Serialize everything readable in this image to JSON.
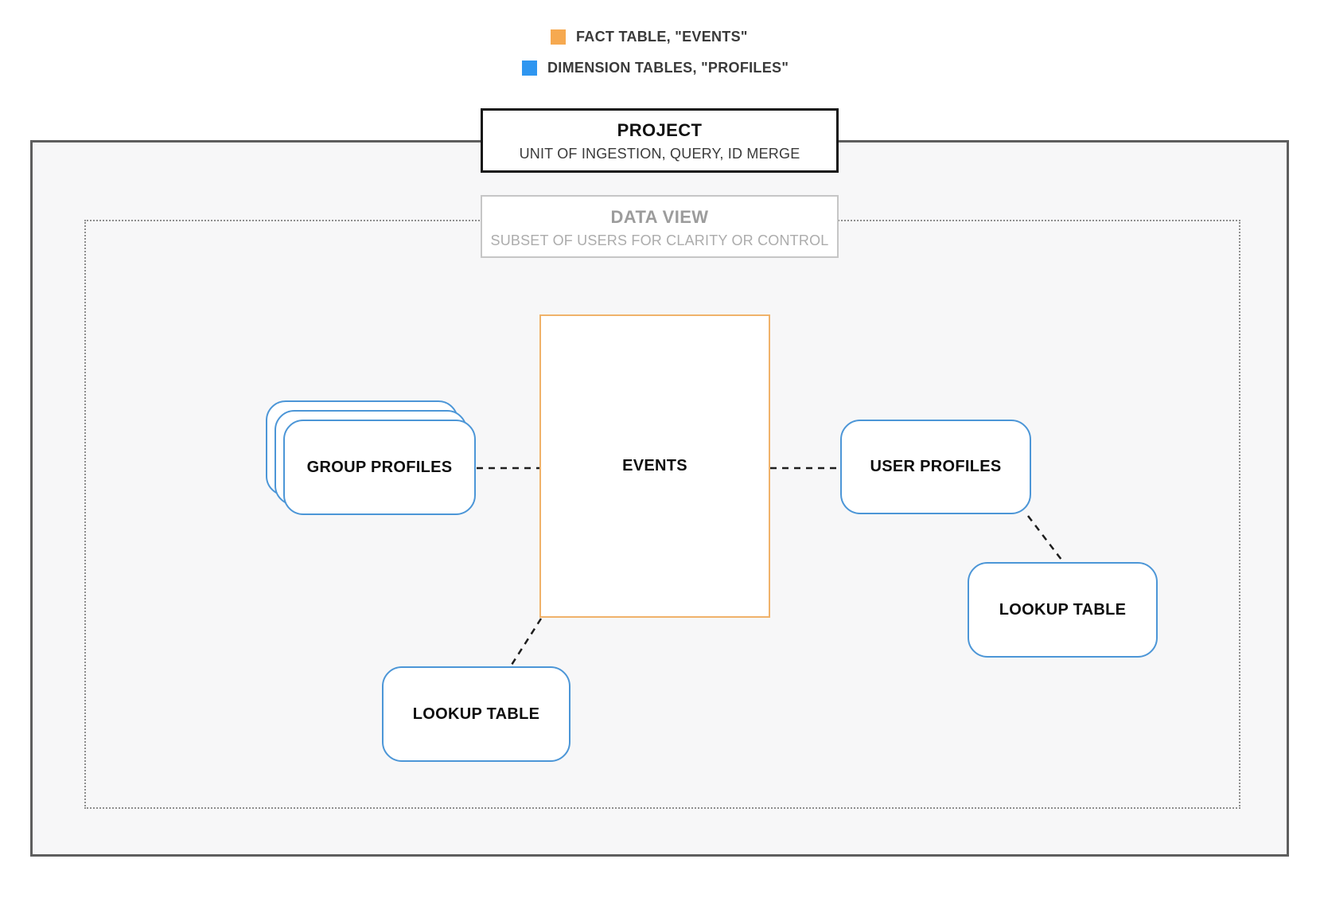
{
  "legend": {
    "items": [
      {
        "id": "fact-table",
        "label": "FACT TABLE, \"EVENTS\"",
        "color": "#f6a950"
      },
      {
        "id": "dimension-tables",
        "label": "DIMENSION TABLES, \"PROFILES\"",
        "color": "#2f96f0"
      }
    ]
  },
  "project": {
    "title": "PROJECT",
    "subtitle": "UNIT OF INGESTION, QUERY, ID MERGE"
  },
  "data_view": {
    "title": "DATA VIEW",
    "subtitle": "SUBSET OF USERS FOR CLARITY OR CONTROL"
  },
  "nodes": {
    "events": {
      "label": "EVENTS",
      "type": "fact-table"
    },
    "group_profiles": {
      "label": "GROUP PROFILES",
      "type": "dimension-table",
      "stacked": true
    },
    "user_profiles": {
      "label": "USER PROFILES",
      "type": "dimension-table"
    },
    "lookup_table_bottom": {
      "label": "LOOKUP TABLE",
      "type": "dimension-table"
    },
    "lookup_table_right": {
      "label": "LOOKUP TABLE",
      "type": "dimension-table"
    }
  },
  "edges": [
    {
      "from": "group_profiles",
      "to": "events",
      "style": "dashed"
    },
    {
      "from": "events",
      "to": "user_profiles",
      "style": "dashed"
    },
    {
      "from": "user_profiles",
      "to": "lookup_table_right",
      "style": "dashed"
    },
    {
      "from": "events",
      "to": "lookup_table_bottom",
      "style": "dashed"
    }
  ],
  "colors": {
    "fact_border": "#f0b26a",
    "dimension_border": "#4c96d7",
    "project_boundary": "#5e5e5e",
    "data_view_boundary": "#8e8e8e",
    "canvas_fill": "#f7f7f8"
  }
}
